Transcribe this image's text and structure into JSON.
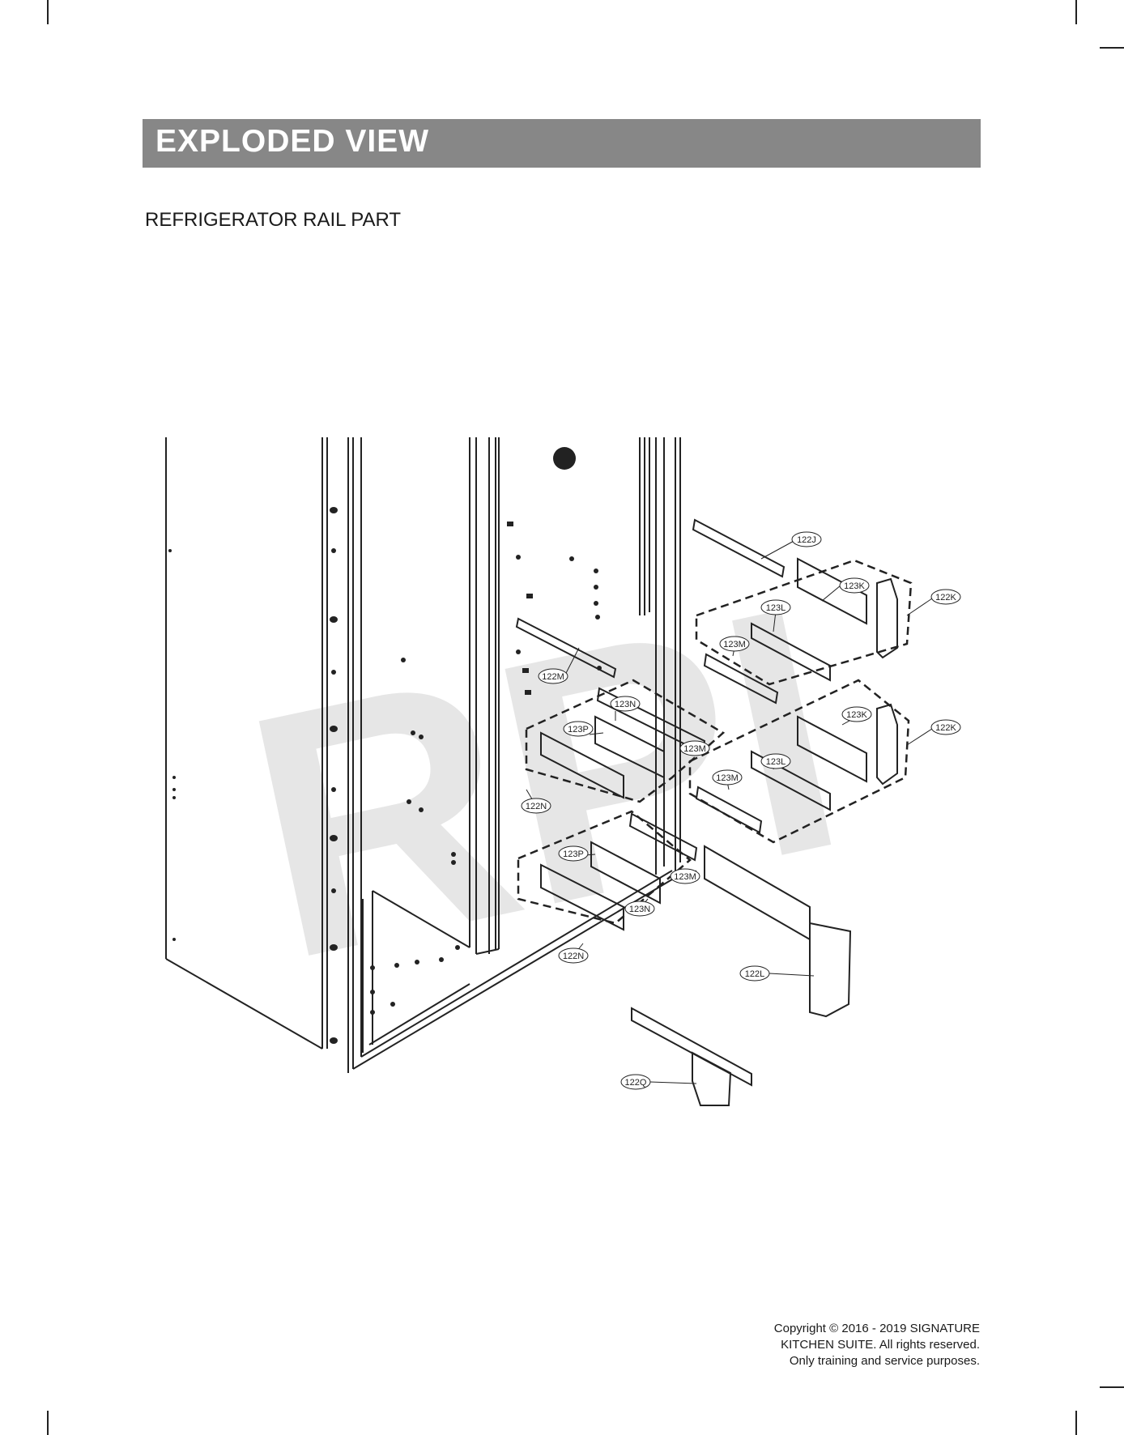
{
  "header": {
    "title": "EXPLODED VIEW"
  },
  "section": {
    "title": "REFRIGERATOR RAIL PART"
  },
  "watermark": {
    "text": "RPI",
    "color": "#e6e6e6"
  },
  "callouts": {
    "c122J": "122J",
    "c123K_top": "123K",
    "c123L_top": "123L",
    "c123M_top": "123M",
    "c122K_top": "122K",
    "c122M": "122M",
    "c123N_top": "123N",
    "c123P_top": "123P",
    "c123M_mid": "123M",
    "c123K_bot": "123K",
    "c122K_bot": "122K",
    "c123L_bot": "123L",
    "c123M_right": "123M",
    "c122N_top": "122N",
    "c123P_bot": "123P",
    "c123M_bot": "123M",
    "c123N_bot": "123N",
    "c122N_bot": "122N",
    "c122L": "122L",
    "c122Q": "122Q"
  },
  "footer": {
    "line1": "Copyright © 2016 - 2019 SIGNATURE",
    "line2": "KITCHEN SUITE. All rights reserved.",
    "line3": "Only training and service purposes."
  }
}
